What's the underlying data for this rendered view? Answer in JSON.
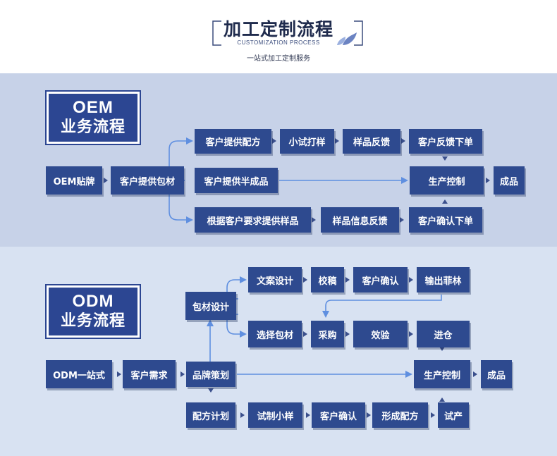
{
  "header": {
    "title": "加工定制流程",
    "subtitle_en": "CUSTOMIZATION PROCESS",
    "subtitle": "一站式加工定制服务"
  },
  "oem": {
    "title_line1": "OEM",
    "title_line2": "业务流程",
    "boxes": {
      "start": "OEM贴牌",
      "provide_packaging": "客户提供包材",
      "provide_formula": "客户提供配方",
      "trial": "小试打样",
      "sample_feedback": "样品反馈",
      "feedback_order": "客户反馈下单",
      "semi_finished": "客户提供半成品",
      "production": "生产控制",
      "product": "成品",
      "custom_sample": "根据客户要求提供样品",
      "sample_info_feedback": "样品信息反馈",
      "confirm_order": "客户确认下单"
    }
  },
  "odm": {
    "title_line1": "ODM",
    "title_line2": "业务流程",
    "boxes": {
      "copywriting": "文案设计",
      "proofread": "校稿",
      "confirm1": "客户确认",
      "output_film": "输出菲林",
      "packaging_design": "包材设计",
      "select_packaging": "选择包材",
      "purchase": "采购",
      "inspection": "效验",
      "warehouse": "进仓",
      "start": "ODM一站式",
      "demand": "客户需求",
      "brand_planning": "品牌策划",
      "production": "生产控制",
      "product": "成品",
      "formula_plan": "配方计划",
      "trial_sample": "试制小样",
      "confirm2": "客户确认",
      "final_formula": "形成配方",
      "trial_production": "试产"
    }
  },
  "colors": {
    "box": "#2e4a8f",
    "title_card": "#2c4692",
    "oem_bg": "#c7d2e8",
    "odm_bg": "#d8e2f2",
    "line": "#5f8fe0",
    "arrow": "#3a4f8c"
  }
}
